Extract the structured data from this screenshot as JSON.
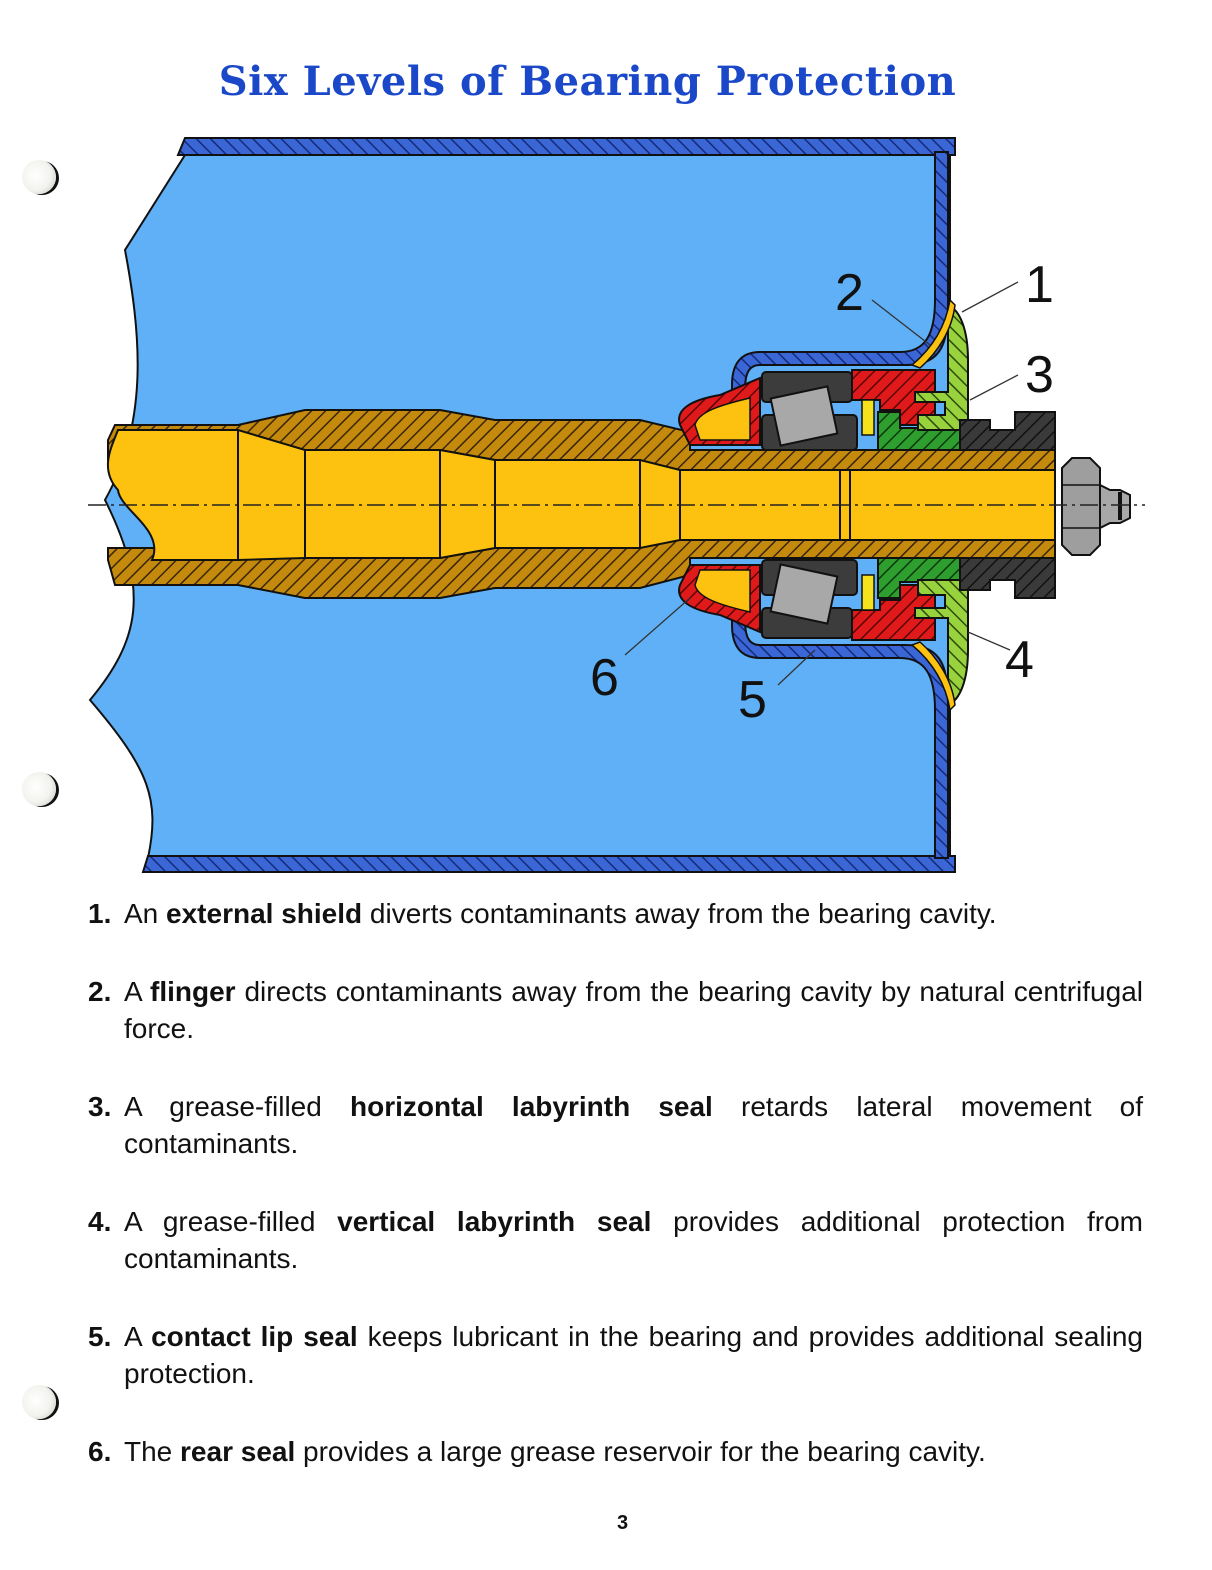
{
  "page": {
    "title": "Six Levels of Bearing Protection",
    "page_number": "3"
  },
  "diagram": {
    "description": "Cross-section of conveyor idler roll bearing end showing six protection levels",
    "callouts": [
      "1",
      "2",
      "3",
      "4",
      "5",
      "6"
    ],
    "colors": {
      "roll_fill": "#5fb0f7",
      "shell_hatch": "#2f5fd0",
      "shaft_fill": "#fdc20f",
      "shaft_tube": "#c48a0e",
      "rear_seal": "#e01a1a",
      "labyrinth_dark": "#2e9e2e",
      "labyrinth_light": "#98d23c",
      "bearing_race": "#3c3c3c",
      "roller": "#a8a8a8",
      "title": "#1a48c8"
    }
  },
  "items": [
    {
      "num": "1.",
      "pre": "An ",
      "bold": "external shield",
      "post": " diverts contaminants away from the bearing cavity."
    },
    {
      "num": "2.",
      "pre": "A ",
      "bold": "flinger",
      "post": " directs contaminants away from the bearing cavity by natural centrifugal force."
    },
    {
      "num": "3.",
      "pre": "A grease-filled ",
      "bold": "horizontal labyrinth seal",
      "post": " retards lateral movement of contaminants."
    },
    {
      "num": "4.",
      "pre": "A grease-filled ",
      "bold": "vertical labyrinth seal",
      "post": " provides additional protection from contaminants."
    },
    {
      "num": "5.",
      "pre": "A ",
      "bold": "contact lip seal",
      "post": " keeps lubricant in the bearing and provides additional sealing protection."
    },
    {
      "num": "6.",
      "pre": "The ",
      "bold": "rear seal",
      "post": " provides a large grease reservoir for the bearing cavity."
    }
  ]
}
